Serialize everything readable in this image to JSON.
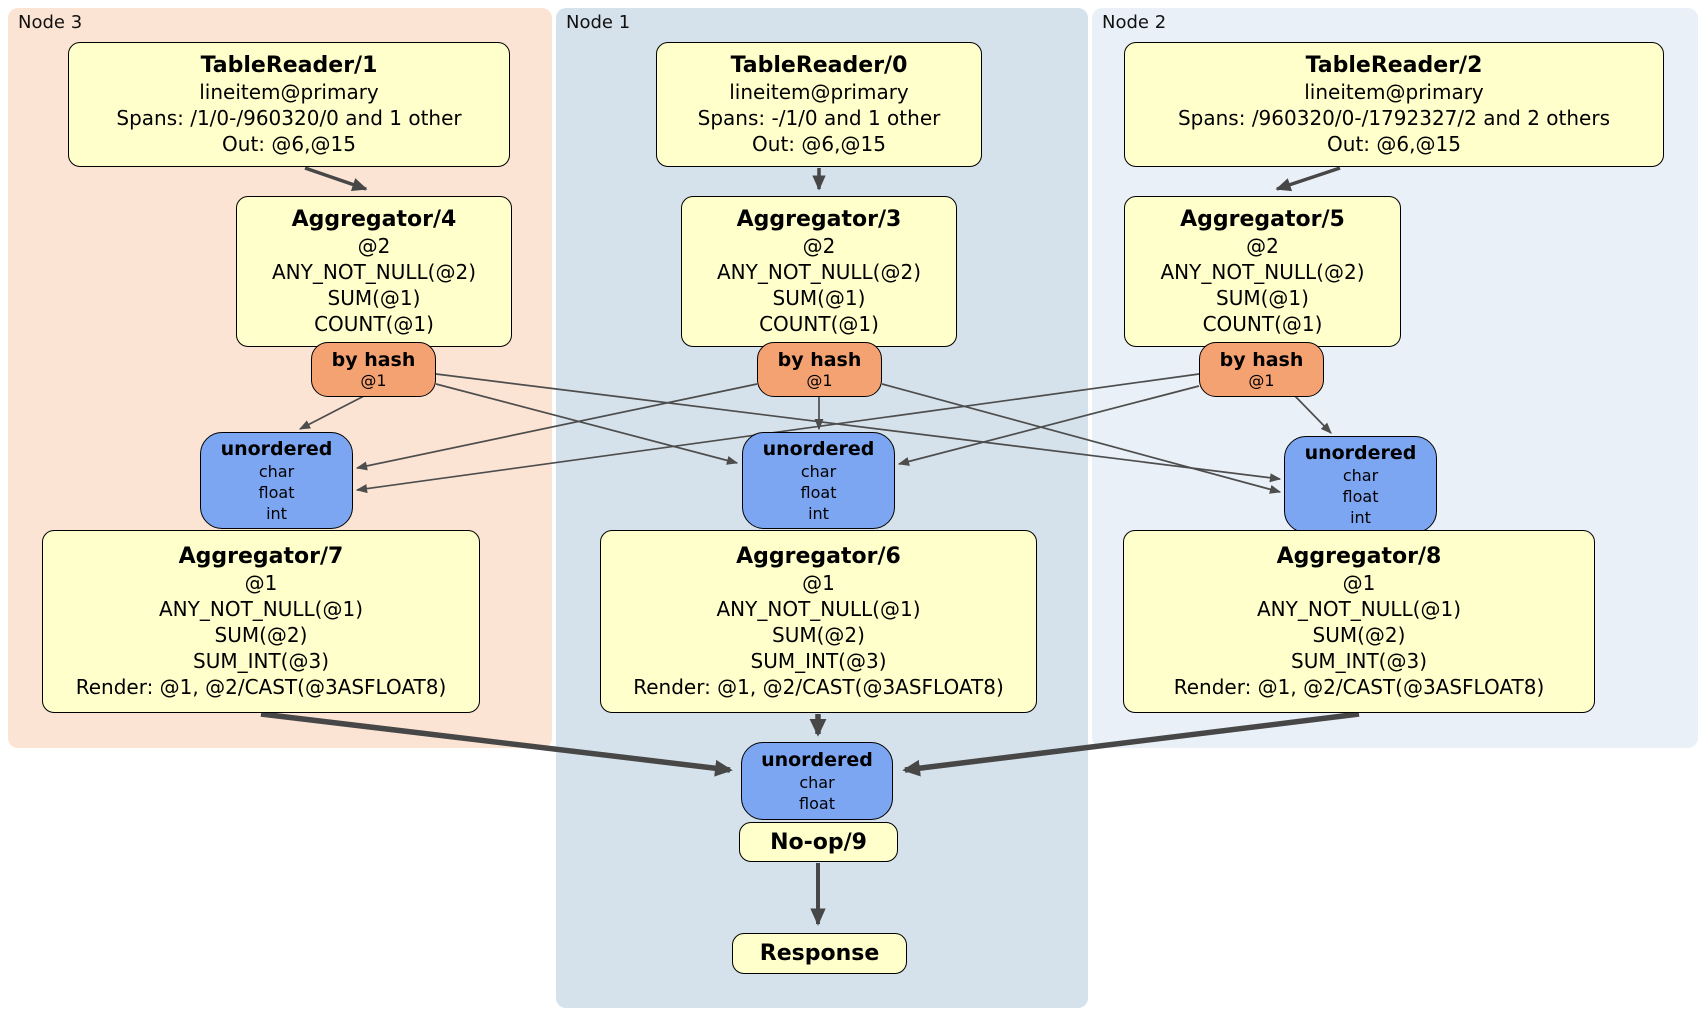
{
  "colors": {
    "node3_bg": "#fce4d5",
    "node1_bg": "#d6e2eb",
    "node2_bg": "#eaf0f8",
    "processor_fill": "#ffffcc",
    "router_fill": "#f5a273",
    "sync_fill": "#7da6f2",
    "edge_thin": "#4d4d4d",
    "edge_thick": "#474747"
  },
  "regions": {
    "node3": {
      "label": "Node 3"
    },
    "node1": {
      "label": "Node 1"
    },
    "node2": {
      "label": "Node 2"
    }
  },
  "processors": {
    "tr1": {
      "title": "TableReader/1",
      "lines": [
        "lineitem@primary",
        "Spans: /1/0-/960320/0 and 1 other",
        "Out: @6,@15"
      ]
    },
    "tr0": {
      "title": "TableReader/0",
      "lines": [
        "lineitem@primary",
        "Spans: -/1/0 and 1 other",
        "Out: @6,@15"
      ]
    },
    "tr2": {
      "title": "TableReader/2",
      "lines": [
        "lineitem@primary",
        "Spans: /960320/0-/1792327/2 and 2 others",
        "Out: @6,@15"
      ]
    },
    "agg4": {
      "title": "Aggregator/4",
      "lines": [
        "@2",
        "ANY_NOT_NULL(@2)",
        "SUM(@1)",
        "COUNT(@1)"
      ]
    },
    "agg3": {
      "title": "Aggregator/3",
      "lines": [
        "@2",
        "ANY_NOT_NULL(@2)",
        "SUM(@1)",
        "COUNT(@1)"
      ]
    },
    "agg5": {
      "title": "Aggregator/5",
      "lines": [
        "@2",
        "ANY_NOT_NULL(@2)",
        "SUM(@1)",
        "COUNT(@1)"
      ]
    },
    "agg7": {
      "title": "Aggregator/7",
      "lines": [
        "@1",
        "ANY_NOT_NULL(@1)",
        "SUM(@2)",
        "SUM_INT(@3)",
        "Render: @1, @2/CAST(@3ASFLOAT8)"
      ]
    },
    "agg6": {
      "title": "Aggregator/6",
      "lines": [
        "@1",
        "ANY_NOT_NULL(@1)",
        "SUM(@2)",
        "SUM_INT(@3)",
        "Render: @1, @2/CAST(@3ASFLOAT8)"
      ]
    },
    "agg8": {
      "title": "Aggregator/8",
      "lines": [
        "@1",
        "ANY_NOT_NULL(@1)",
        "SUM(@2)",
        "SUM_INT(@3)",
        "Render: @1, @2/CAST(@3ASFLOAT8)"
      ]
    },
    "noop": {
      "title": "No-op/9"
    },
    "response": {
      "title": "Response"
    }
  },
  "routers": {
    "byhash4": {
      "title": "by hash",
      "lines": [
        "@1"
      ]
    },
    "byhash3": {
      "title": "by hash",
      "lines": [
        "@1"
      ]
    },
    "byhash5": {
      "title": "by hash",
      "lines": [
        "@1"
      ]
    }
  },
  "syncs": {
    "sync7": {
      "title": "unordered",
      "lines": [
        "char",
        "float",
        "int"
      ]
    },
    "sync6": {
      "title": "unordered",
      "lines": [
        "char",
        "float",
        "int"
      ]
    },
    "sync8": {
      "title": "unordered",
      "lines": [
        "char",
        "float",
        "int"
      ]
    },
    "syncFinal": {
      "title": "unordered",
      "lines": [
        "char",
        "float"
      ]
    }
  }
}
